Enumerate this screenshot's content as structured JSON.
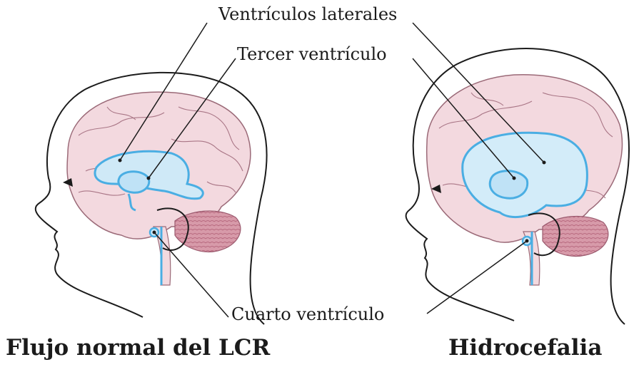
{
  "labels": {
    "lateral_ventricles": "Ventrículos laterales",
    "third_ventricle": "Tercer ventrículo",
    "fourth_ventricle": "Cuarto ventrículo"
  },
  "captions": {
    "normal": "Flujo normal del LCR",
    "hydrocephalus": "Hidrocefalia"
  },
  "colors": {
    "brain": "#f3d9df",
    "cerebellum": "#cf8c9c",
    "ventricle": "#4aaee3",
    "outline": "#1b1b1b"
  }
}
